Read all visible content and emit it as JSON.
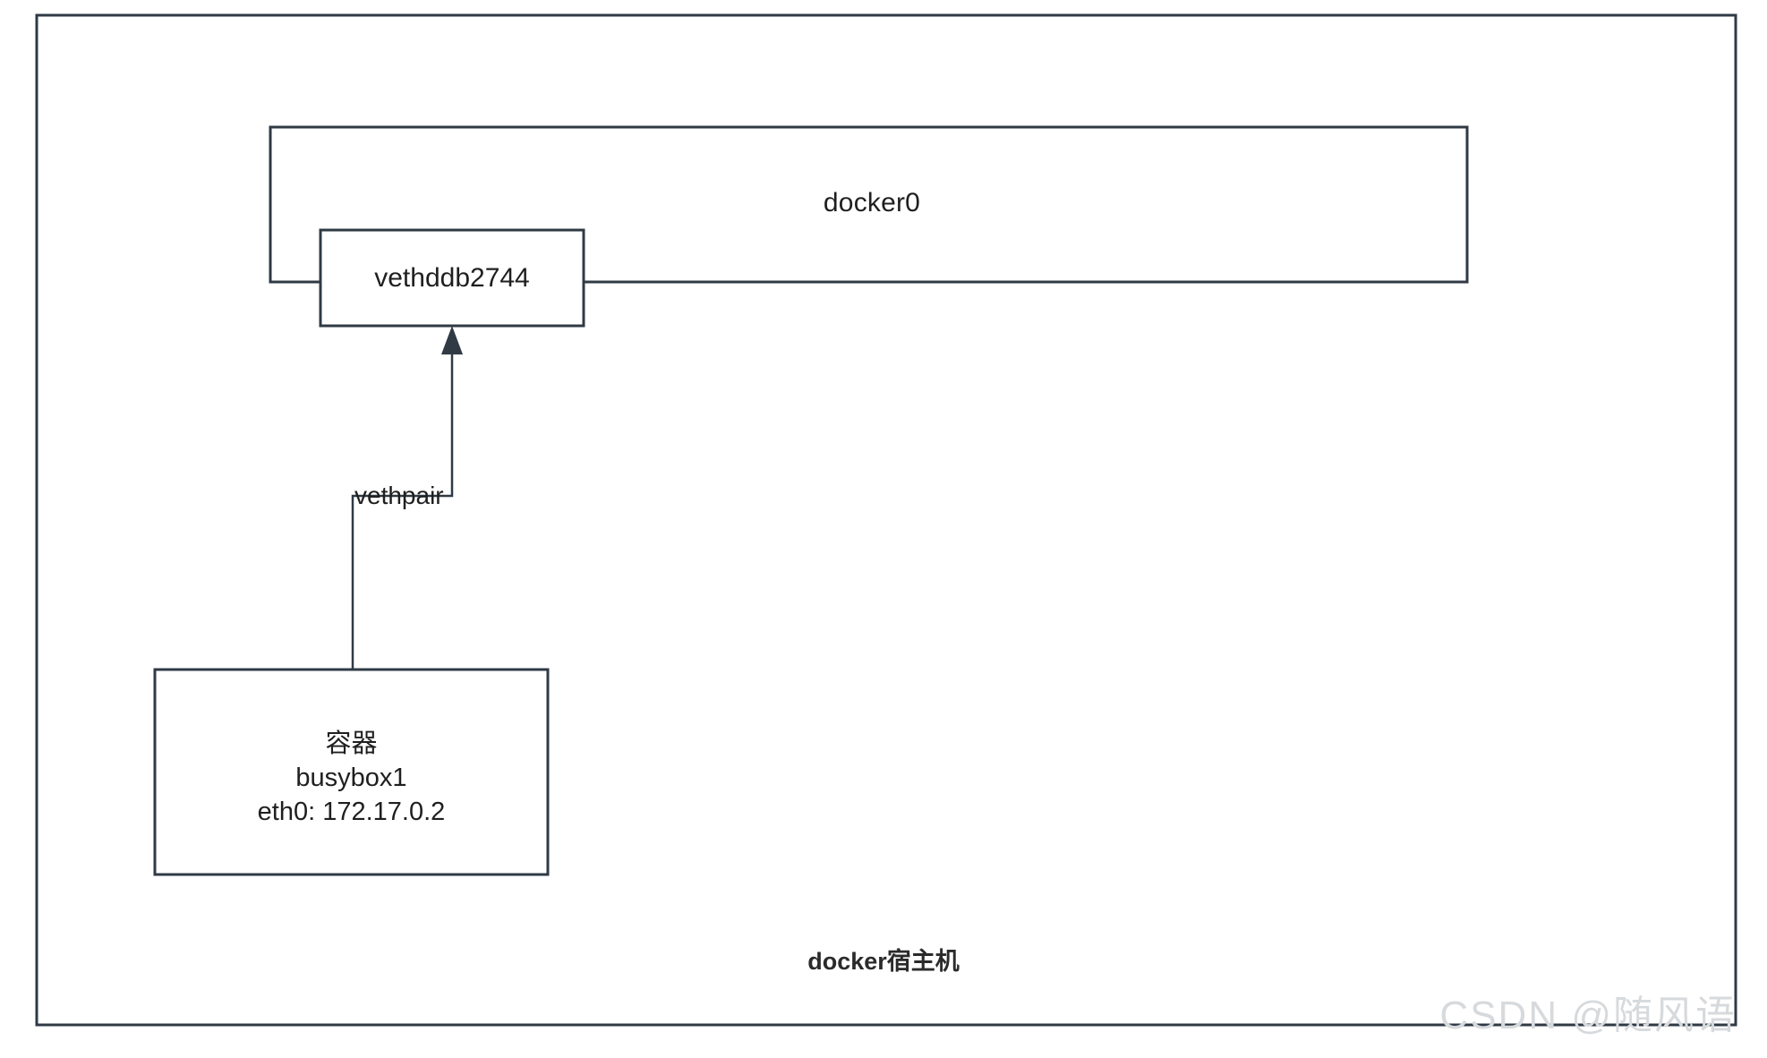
{
  "diagram": {
    "title_note": "docker bridge network topology",
    "outer_box": {
      "label": "docker宿主机"
    },
    "bridge": {
      "label": "docker0"
    },
    "veth_device": {
      "label": "vethddb2744"
    },
    "link": {
      "label": "vethpair"
    },
    "container": {
      "line1": "容器",
      "line2": "busybox1",
      "line3": "eth0: 172.17.0.2"
    },
    "watermark": "CSDN @随风语",
    "colors": {
      "stroke": "#2f3a45",
      "text": "#1f1f1f",
      "background": "#ffffff",
      "watermark": "#d7dadd"
    }
  }
}
